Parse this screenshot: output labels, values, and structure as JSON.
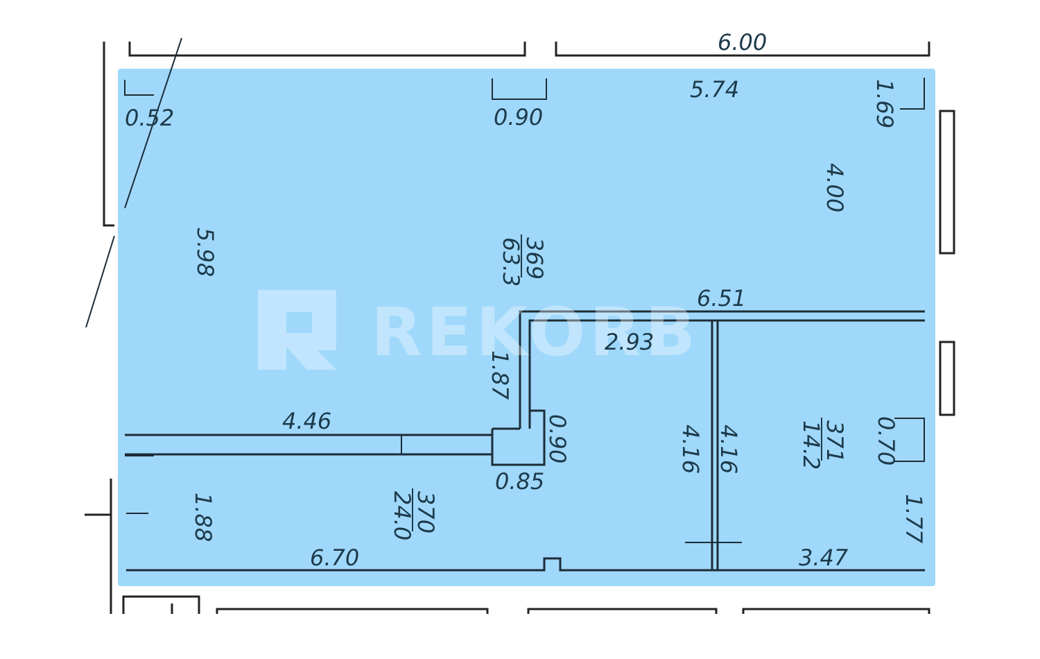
{
  "watermark": {
    "text": "REKORB",
    "fill_color": "#ffffff"
  },
  "floorplan": {
    "background_color": "#9fd8fb",
    "line_color": "#1c2c36",
    "text_color": "#1d3a4a",
    "dimensions": {
      "top_outer": "6.00",
      "top_left_corner": "0.52",
      "top_niche": "0.90",
      "top_right_span": "5.74",
      "top_right_corner": "1.69",
      "right_window_height": "4.00",
      "left_height": "5.98",
      "room_divider_top": "6.51",
      "bath_width": "2.93",
      "bath_left_height": "1.87",
      "corridor_length": "4.46",
      "door_width": "0.90",
      "door_stub": "0.85",
      "partition_left": "4.16",
      "partition_right": "4.16",
      "right_niche": "0.70",
      "right_lower_height": "1.77",
      "bottom_left_height": "1.88",
      "bottom_length": "6.70",
      "bottom_right_length": "3.47"
    },
    "rooms": {
      "main": {
        "code": "369",
        "area": "63.3"
      },
      "lower_left": {
        "code": "370",
        "area": "24.0"
      },
      "right": {
        "code": "371",
        "area": "14.2"
      }
    }
  }
}
